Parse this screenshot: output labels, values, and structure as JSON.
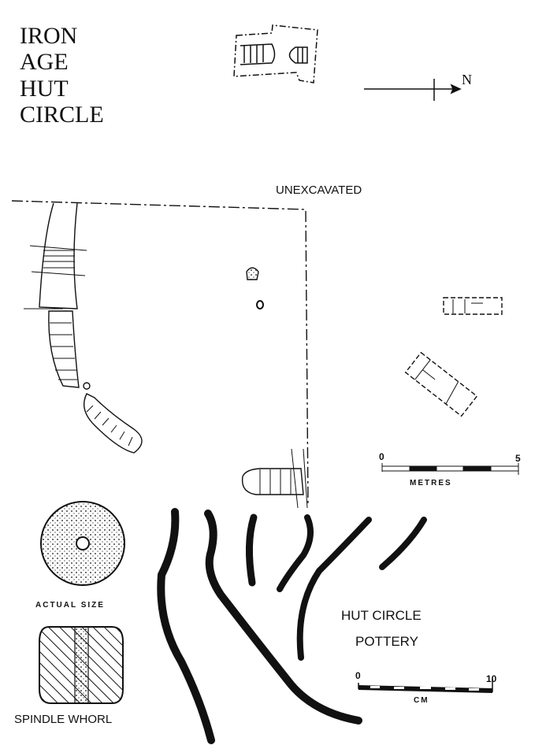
{
  "title": {
    "lines": [
      "IRON",
      "AGE",
      "HUT",
      "CIRCLE"
    ]
  },
  "north_label": "N",
  "plan": {
    "unexcavated_label": "UNEXCAVATED"
  },
  "metres_scale": {
    "start": "0",
    "end": "5",
    "unit": "METRES"
  },
  "whorl": {
    "caption_top": "ACTUAL SIZE",
    "caption_bottom": "SPINDLE WHORL"
  },
  "pottery": {
    "label_line1": "HUT CIRCLE",
    "label_line2": "POTTERY"
  },
  "cm_scale": {
    "start": "0",
    "end": "10",
    "unit": "CM"
  },
  "colors": {
    "ink": "#111111",
    "paper": "#ffffff"
  }
}
